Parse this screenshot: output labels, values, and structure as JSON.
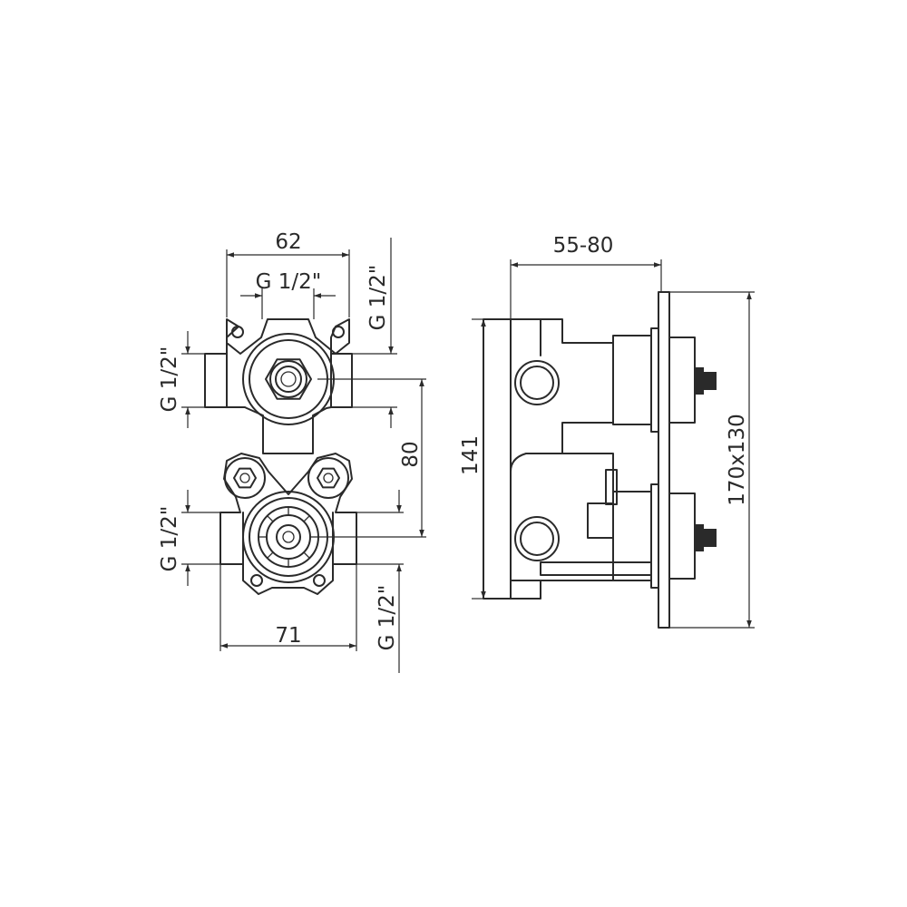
{
  "diagram": {
    "front_view": {
      "dim_top_width": "62",
      "dim_top_thread": "G 1/2\"",
      "dim_right_top_thread": "G 1/2\"",
      "dim_left_upper_thread": "G 1/2\"",
      "dim_center_distance": "80",
      "dim_left_lower_thread": "G 1/2\"",
      "dim_bottom_width": "71",
      "dim_right_bottom_thread": "G 1/2\""
    },
    "side_view": {
      "dim_depth": "55-80",
      "dim_height": "141",
      "dim_plate": "170x130"
    }
  }
}
